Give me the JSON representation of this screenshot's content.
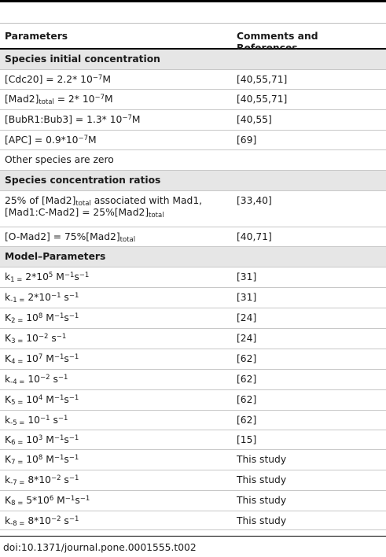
{
  "columns": {
    "parameters": "Parameters",
    "comments": "Comments and References"
  },
  "sections": [
    {
      "title": "Species initial concentration"
    },
    {
      "title": "Species concentration ratios"
    },
    {
      "title": "Model–Parameters"
    }
  ],
  "rows": [
    {
      "param": [
        "[Cdc20] =  2.2* 10",
        {
          "sup": "−7"
        },
        "M"
      ],
      "ref": "[40,55,71]"
    },
    {
      "param": [
        "[Mad2]",
        {
          "sub": "total"
        },
        " =  2* 10",
        {
          "sup": "−7"
        },
        "M"
      ],
      "ref": "[40,55,71]"
    },
    {
      "param": [
        "[BubR1:Bub3] =  1.3* 10",
        {
          "sup": "−7"
        },
        "M"
      ],
      "ref": "[40,55]"
    },
    {
      "param": [
        "[APC] =  0.9*10",
        {
          "sup": "−7"
        },
        "M"
      ],
      "ref": "[69]"
    },
    {
      "param": [
        "Other species are zero"
      ],
      "ref": ""
    },
    {
      "param": [
        "25% of [Mad2]",
        {
          "sub": "total"
        },
        " associated with Mad1, ",
        {
          "br": true
        },
        "[Mad1:C-Mad2] = 25%[Mad2]",
        {
          "sub": "total"
        }
      ],
      "ref": "[33,40]"
    },
    {
      "param": [
        "[O-Mad2] = 75%[Mad2]",
        {
          "sub": "total"
        }
      ],
      "ref": "[40,71]"
    },
    {
      "param": [
        "k",
        {
          "sub": "1 ="
        },
        " 2*10",
        {
          "sup": "5"
        },
        " M",
        {
          "sup": "−1"
        },
        "s",
        {
          "sup": "−1"
        }
      ],
      "ref": "[31]"
    },
    {
      "param": [
        "k",
        {
          "sub": "-1 ="
        },
        " 2*10",
        {
          "sup": "−1"
        },
        "  s",
        {
          "sup": "−1"
        }
      ],
      "ref": "[31]"
    },
    {
      "param": [
        "K",
        {
          "sub": "2 ="
        },
        " 10",
        {
          "sup": "8"
        },
        "  M",
        {
          "sup": "−1"
        },
        "s",
        {
          "sup": "−1"
        }
      ],
      "ref": "[24]"
    },
    {
      "param": [
        "K",
        {
          "sub": "3 ="
        },
        " 10",
        {
          "sup": "−2"
        },
        "  s",
        {
          "sup": "−1"
        }
      ],
      "ref": "[24]"
    },
    {
      "param": [
        "K",
        {
          "sub": "4 ="
        },
        " 10",
        {
          "sup": "7"
        },
        "  M",
        {
          "sup": "−1"
        },
        "s",
        {
          "sup": "−1"
        }
      ],
      "ref": "[62]"
    },
    {
      "param": [
        "k",
        {
          "sub": "-4 ="
        },
        " 10",
        {
          "sup": "−2"
        },
        "  s",
        {
          "sup": "−1"
        }
      ],
      "ref": "[62]"
    },
    {
      "param": [
        "K",
        {
          "sub": "5 ="
        },
        " 10",
        {
          "sup": "4"
        },
        "  M",
        {
          "sup": "−1"
        },
        "s",
        {
          "sup": "−1"
        }
      ],
      "ref": "[62]"
    },
    {
      "param": [
        "k",
        {
          "sub": "-5 ="
        },
        " 10",
        {
          "sup": "−1"
        },
        "  s",
        {
          "sup": "−1"
        }
      ],
      "ref": "[62]"
    },
    {
      "param": [
        "K",
        {
          "sub": "6 ="
        },
        " 10",
        {
          "sup": "3"
        },
        "  M",
        {
          "sup": "−1"
        },
        "s",
        {
          "sup": "−1"
        }
      ],
      "ref": "[15]"
    },
    {
      "param": [
        "K",
        {
          "sub": "7 ="
        },
        " 10",
        {
          "sup": "8"
        },
        "  M",
        {
          "sup": "−1"
        },
        "s",
        {
          "sup": "−1"
        }
      ],
      "ref": "This study"
    },
    {
      "param": [
        "k",
        {
          "sub": "-7 ="
        },
        " 8*10",
        {
          "sup": "−2"
        },
        "  s",
        {
          "sup": "−1"
        }
      ],
      "ref": "This study"
    },
    {
      "param": [
        "K",
        {
          "sub": "8 ="
        },
        " 5*10",
        {
          "sup": "6"
        },
        "  M",
        {
          "sup": "−1"
        },
        "s",
        {
          "sup": "−1"
        }
      ],
      "ref": "This study"
    },
    {
      "param": [
        "k",
        {
          "sub": "-8 ="
        },
        " 8*10",
        {
          "sup": "−2"
        },
        "  s",
        {
          "sup": "−1"
        }
      ],
      "ref": "This study"
    }
  ],
  "doi": "doi:10.1371/journal.pone.0001555.t002"
}
